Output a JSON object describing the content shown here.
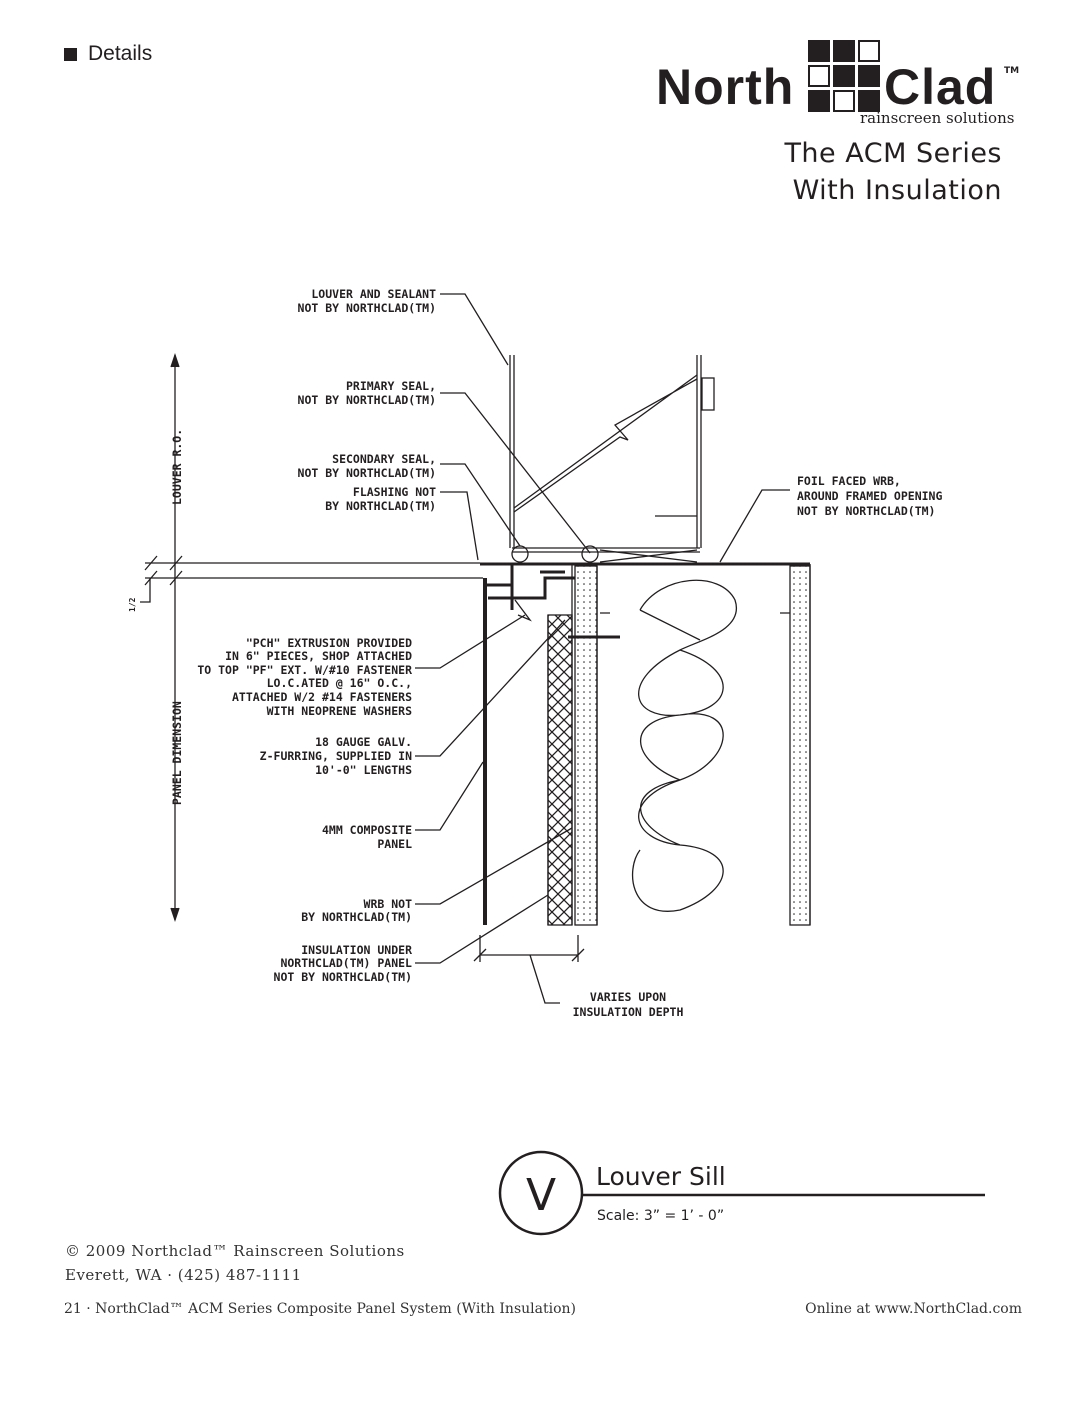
{
  "header": {
    "section": "Details"
  },
  "logo": {
    "word_left": "North",
    "word_right": "Clad",
    "tm": "TM",
    "tagline": "rainscreen solutions"
  },
  "title": {
    "line1": "The ACM Series",
    "line2": "With Insulation"
  },
  "drawing": {
    "dimensions": {
      "louver_rd": "LOUVER R.O.",
      "panel_dimension": "PANEL DIMENSION",
      "half": "1/2"
    },
    "labels_left": [
      {
        "lines": [
          "LOUVER AND SEALANT",
          "NOT BY NORTHCLAD(TM)"
        ]
      },
      {
        "lines": [
          "PRIMARY SEAL,",
          "NOT BY NORTHCLAD(TM)"
        ]
      },
      {
        "lines": [
          "SECONDARY SEAL,",
          "NOT BY NORTHCLAD(TM)"
        ]
      },
      {
        "lines": [
          "FLASHING NOT",
          "BY NORTHCLAD(TM)"
        ]
      },
      {
        "lines": [
          "\"PCH\" EXTRUSION PROVIDED",
          "IN 6\" PIECES, SHOP ATTACHED",
          "TO TOP \"PF\" EXT. W/#10 FASTENER",
          "LO.C.ATED @ 16\" O.C.,",
          "ATTACHED W/2 #14 FASTENERS",
          "WITH NEOPRENE WASHERS"
        ]
      },
      {
        "lines": [
          "18 GAUGE GALV.",
          "Z-FURRING, SUPPLIED IN",
          "10'-0\" LENGTHS"
        ]
      },
      {
        "lines": [
          "4MM COMPOSITE",
          "PANEL"
        ]
      },
      {
        "lines": [
          "WRB NOT",
          "BY NORTHCLAD(TM)"
        ]
      },
      {
        "lines": [
          "INSULATION UNDER",
          "NORTHCLAD(TM) PANEL",
          "NOT BY NORTHCLAD(TM)"
        ]
      }
    ],
    "label_right": {
      "lines": [
        "FOIL FACED WRB,",
        "AROUND FRAMED OPENING",
        "NOT BY NORTHCLAD(TM)"
      ]
    },
    "label_bottom": {
      "lines": [
        "VARIES UPON",
        "INSULATION DEPTH"
      ]
    }
  },
  "caption": {
    "letter": "V",
    "title": "Louver Sill",
    "scale": "Scale: 3” = 1’ - 0”"
  },
  "footer": {
    "copyright": "© 2009 Northclad™ Rainscreen Solutions",
    "address": "Everett, WA · (425) 487-1111",
    "page_info": "21 · NorthClad™ ACM Series Composite Panel System (With Insulation)",
    "online": "Online at www.NorthClad.com"
  }
}
